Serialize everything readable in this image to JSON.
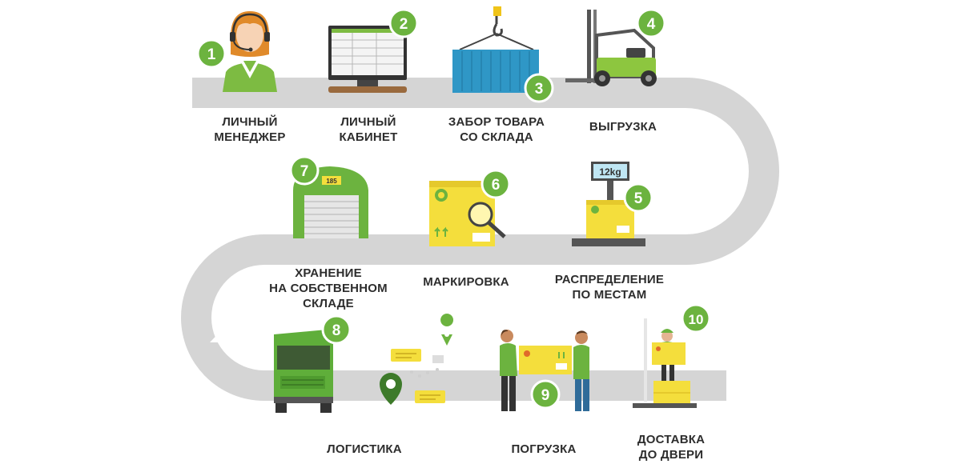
{
  "steps": [
    {
      "number": "1",
      "label": "ЛИЧНЫЙ\nМЕНЕДЖЕР",
      "icon": "manager-headset-icon"
    },
    {
      "number": "2",
      "label": "ЛИЧНЫЙ\nКАБИНЕТ",
      "icon": "monitor-icon"
    },
    {
      "number": "3",
      "label": "ЗАБОР ТОВАРА\nСО СКЛАДА",
      "icon": "crane-container-icon"
    },
    {
      "number": "4",
      "label": "ВЫГРУЗКА",
      "icon": "forklift-icon"
    },
    {
      "number": "5",
      "label": "РАСПРЕДЕЛЕНИЕ\nПО МЕСТАМ",
      "icon": "scale-box-icon"
    },
    {
      "number": "6",
      "label": "МАРКИРОВКА",
      "icon": "box-magnifier-icon"
    },
    {
      "number": "7",
      "label": "ХРАНЕНИЕ\nНА СОБСТВЕННОМ\nСКЛАДЕ",
      "icon": "warehouse-icon"
    },
    {
      "number": "8",
      "label": "ЛОГИСТИКА",
      "icon": "truck-icon"
    },
    {
      "number": "9",
      "label": "ПОГРУЗКА",
      "icon": "people-carry-box-icon"
    },
    {
      "number": "10",
      "label": "ДОСТАВКА\nДО ДВЕРИ",
      "icon": "courier-boxes-icon"
    }
  ],
  "scale_display": "12kg",
  "warehouse_sign": "185",
  "colors": {
    "accent_green": "#6cb33f",
    "road_gray": "#d5d5d5",
    "box_yellow": "#f4de3c",
    "container_blue": "#2f97c6",
    "text_dark": "#2d2d2d"
  }
}
